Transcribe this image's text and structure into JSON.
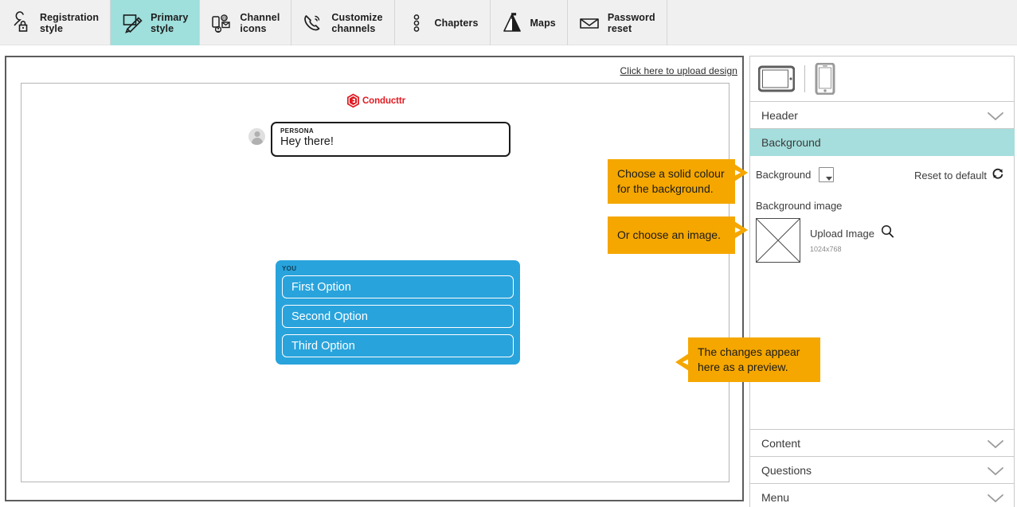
{
  "toolbar": {
    "items": [
      {
        "label": "Registration\nstyle",
        "icon": "registration-lock-icon",
        "active": false
      },
      {
        "label": "Primary\nstyle",
        "icon": "pencil-design-icon",
        "active": true
      },
      {
        "label": "Channel\nicons",
        "icon": "channel-devices-icon",
        "active": false
      },
      {
        "label": "Customize\nchannels",
        "icon": "phone-signal-icon",
        "active": false
      },
      {
        "label": "Chapters",
        "icon": "chapters-dots-icon",
        "active": false
      },
      {
        "label": "Maps",
        "icon": "map-flag-mountain-icon",
        "active": false
      },
      {
        "label": "Password\nreset",
        "icon": "envelope-icon",
        "active": false
      }
    ]
  },
  "preview": {
    "upload_link": "Click here to upload design",
    "brand_name": "Conducttr",
    "brand_color": "#e01b22",
    "message": {
      "sender_tag": "PERSONA",
      "text": "Hey there!",
      "avatar": "persona-avatar"
    },
    "you_block": {
      "tag": "YOU",
      "accent_color": "#29a3dc",
      "options": [
        "First Option",
        "Second Option",
        "Third Option"
      ]
    }
  },
  "side_panel": {
    "devices": [
      {
        "name": "tablet-view",
        "selected": true
      },
      {
        "name": "phone-view",
        "selected": false
      }
    ],
    "sections": [
      {
        "label": "Header",
        "selected": false
      },
      {
        "label": "Background",
        "selected": true
      },
      {
        "label": "Content",
        "selected": false
      },
      {
        "label": "Questions",
        "selected": false
      },
      {
        "label": "Menu",
        "selected": false
      }
    ],
    "selected_section_color": "#a5dedc",
    "background_panel": {
      "background_label": "Background",
      "swatch_value": "#ffffff",
      "reset_label": "Reset to default",
      "background_image_label": "Background image",
      "upload_label": "Upload Image",
      "dimensions": "1024x768"
    }
  },
  "callouts": [
    {
      "text": "Choose a solid colour\nfor the background.",
      "arrow": "right",
      "color": "#f5a700"
    },
    {
      "text": "Or choose an image.",
      "arrow": "right",
      "color": "#f5a700"
    },
    {
      "text": "The changes appear\nhere as a preview.",
      "arrow": "left",
      "color": "#f5a700"
    }
  ]
}
